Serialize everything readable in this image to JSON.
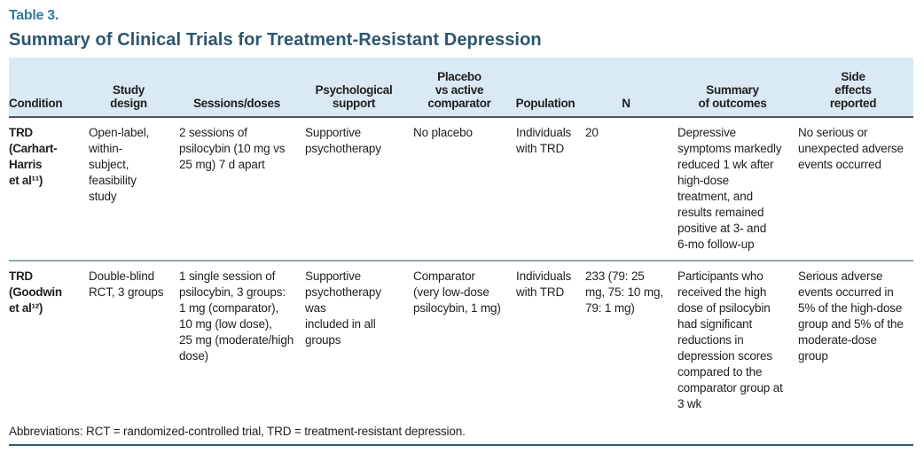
{
  "header": {
    "table_label": "Table 3.",
    "title": "Summary of Clinical Trials for Treatment-Resistant Depression"
  },
  "table": {
    "columns": [
      {
        "label": "Condition"
      },
      {
        "label": "Study\ndesign"
      },
      {
        "label": "Sessions/doses"
      },
      {
        "label": "Psychological\nsupport"
      },
      {
        "label": "Placebo\nvs active\ncomparator"
      },
      {
        "label": "Population"
      },
      {
        "label": "N"
      },
      {
        "label": "Summary\nof outcomes"
      },
      {
        "label": "Side\neffects\nreported"
      }
    ],
    "rows": [
      {
        "condition": "TRD\n(Carhart-\nHarris\net al¹¹)",
        "study_design": "Open-label,\nwithin-\nsubject,\nfeasibility\nstudy",
        "sessions_doses": "2 sessions of\npsilocybin (10 mg vs\n25 mg) 7 d apart",
        "psychological_support": "Supportive\npsychotherapy",
        "placebo_comparator": "No placebo",
        "population": "Individuals\nwith TRD",
        "n": "20",
        "outcomes": "Depressive\nsymptoms markedly\nreduced 1 wk after\nhigh-dose\ntreatment, and\nresults remained\npositive at 3- and\n6-mo follow-up",
        "side_effects": "No serious or\nunexpected adverse\nevents occurred"
      },
      {
        "condition": "TRD\n(Goodwin\net al¹²)",
        "study_design": "Double-blind\nRCT, 3 groups",
        "sessions_doses": "1 single session of\npsilocybin, 3 groups:\n1 mg (comparator),\n10 mg (low dose),\n25 mg (moderate/high\ndose)",
        "psychological_support": "Supportive\npsychotherapy was\nincluded in all\ngroups",
        "placebo_comparator": "Comparator\n(very low-dose\npsilocybin, 1 mg)",
        "population": "Individuals\nwith TRD",
        "n": "233 (79: 25\nmg, 75: 10 mg,\n79: 1 mg)",
        "outcomes": "Participants who\nreceived the high\ndose of psilocybin\nhad significant\nreductions in\ndepression scores\ncompared to the\ncomparator group at\n3 wk",
        "side_effects": "Serious adverse\nevents occurred in\n5% of the high-dose\ngroup and 5% of the\nmoderate-dose\ngroup"
      }
    ]
  },
  "footnote": "Abbreviations: RCT = randomized-controlled trial, TRD = treatment-resistant depression.",
  "colors": {
    "table-label": "#2f7d9b",
    "title": "#2c5670",
    "header-bg": "#d9eaf5",
    "header-rule": "#4f5356",
    "row-divider": "#8ba7b5",
    "bottom-rule": "#2e5e74",
    "text": "#1f1f1f"
  }
}
